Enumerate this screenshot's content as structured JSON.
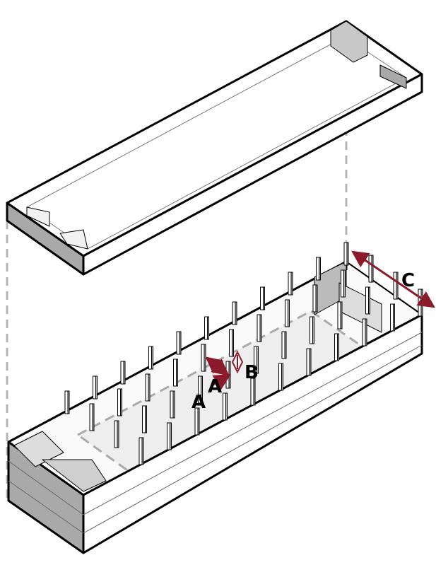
{
  "diagram": {
    "labels": {
      "a_upper": "A",
      "a_lower": "A",
      "b": "B",
      "c": "C"
    },
    "colors": {
      "outline": "#000000",
      "dimension_arrow": "#8b1a2b",
      "dashed_guide": "#b0b0b0",
      "side_face": "#a9a9a9",
      "floor": "#eeeeee"
    }
  }
}
